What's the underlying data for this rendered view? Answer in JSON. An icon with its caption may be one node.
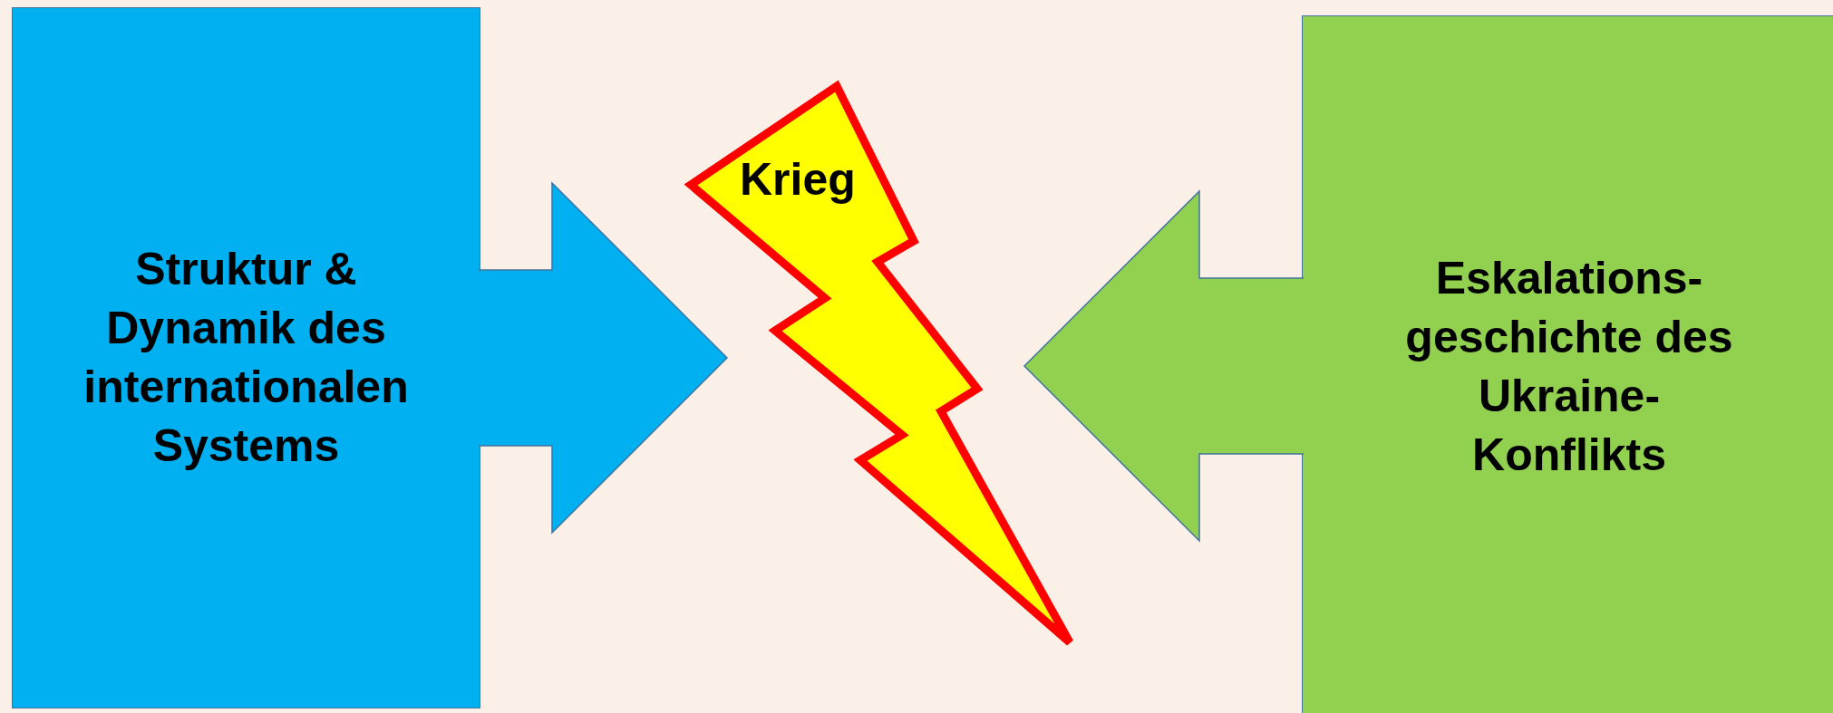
{
  "diagram": {
    "nodes": [
      {
        "text": [
          "Struktur & Dynamik des internationalen Systems"
        ]
      },
      {
        "text": [
          "Krieg"
        ]
      },
      {
        "text": [
          "Eskalations- geschichte des Ukraine- Konflikts"
        ]
      }
    ],
    "edges": [
      {
        "from": 0,
        "to": 1,
        "arrow": "to"
      },
      {
        "from": 2,
        "to": 1,
        "arrow": "to"
      }
    ]
  }
}
